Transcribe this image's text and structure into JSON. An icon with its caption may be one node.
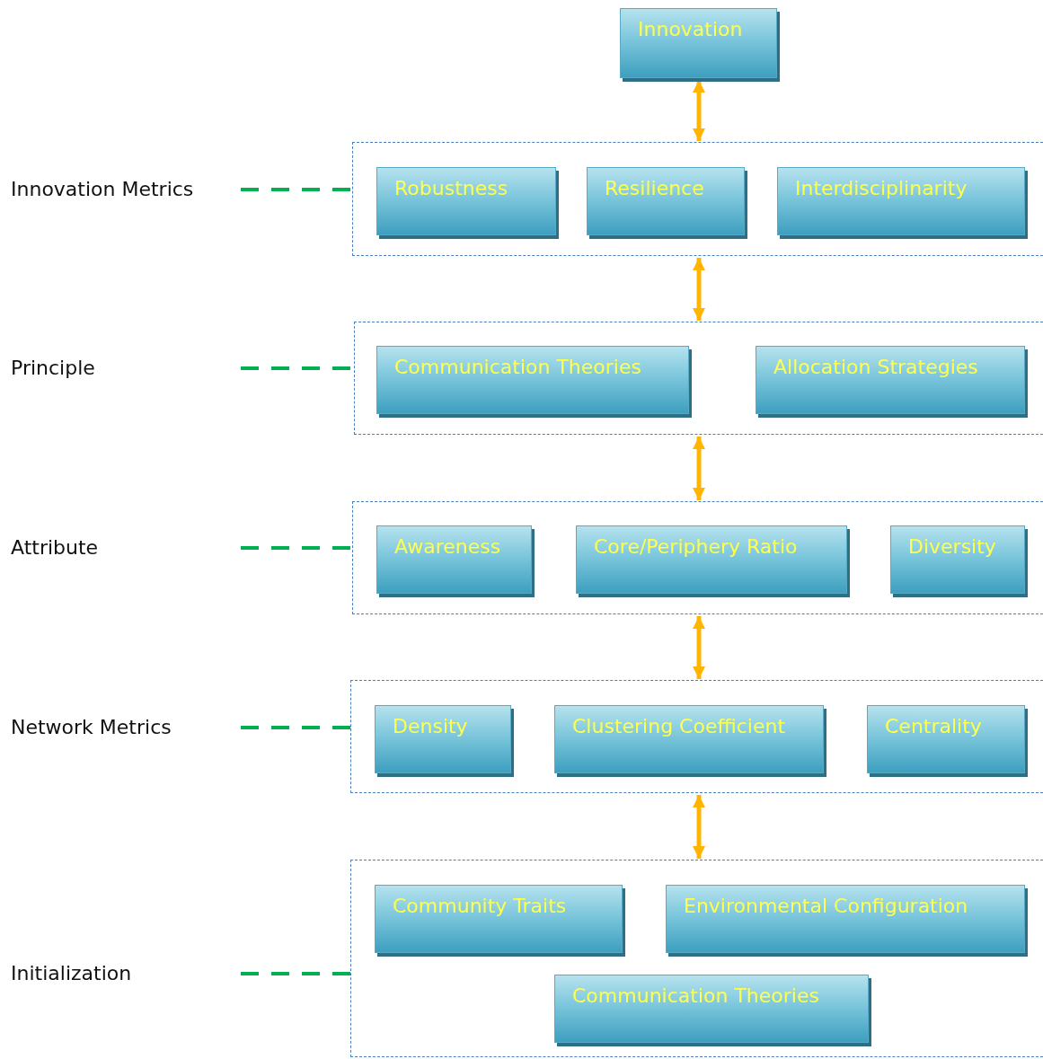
{
  "diagram": {
    "nodes": [
      {
        "text": [
          "Innovation"
        ]
      },
      {
        "text": [
          "Innovation Metrics"
        ]
      },
      {
        "text": [],
        "shape": "box"
      },
      {
        "text": [
          "Robustness"
        ],
        "in": 2
      },
      {
        "text": [
          "Resilience"
        ],
        "in": 2
      },
      {
        "text": [
          "Interdisciplinarity"
        ],
        "in": 2
      },
      {
        "text": [
          "Principle"
        ]
      },
      {
        "text": [],
        "shape": "box"
      },
      {
        "text": [
          "Communication Theories"
        ],
        "in": 7
      },
      {
        "text": [
          "Allocation Strategies"
        ],
        "in": 7
      },
      {
        "text": [
          "Attribute"
        ]
      },
      {
        "text": [],
        "shape": "box"
      },
      {
        "text": [
          "Awareness"
        ],
        "in": 11
      },
      {
        "text": [
          "Core/Periphery Ratio"
        ],
        "in": 11
      },
      {
        "text": [
          "Diversity"
        ],
        "in": 11
      },
      {
        "text": [
          "Network Metrics"
        ]
      },
      {
        "text": [],
        "shape": "box"
      },
      {
        "text": [
          "Density"
        ],
        "in": 16
      },
      {
        "text": [
          "Clustering Coefficient"
        ],
        "in": 16
      },
      {
        "text": [
          "Centrality"
        ],
        "in": 16
      },
      {
        "text": [
          "Initialization"
        ]
      },
      {
        "text": [],
        "shape": "box"
      },
      {
        "text": [
          "Community Traits"
        ],
        "in": 21
      },
      {
        "text": [
          "Environmental Configuration"
        ],
        "in": 21
      },
      {
        "text": [
          "Communication Theories"
        ],
        "in": 21
      }
    ],
    "edges": [
      {
        "from": 0,
        "to": 2,
        "arrow": "both",
        "color": "#ffb400"
      },
      {
        "from": 2,
        "to": 7,
        "arrow": "both",
        "color": "#ffb400"
      },
      {
        "from": 7,
        "to": 11,
        "arrow": "both",
        "color": "#ffb400"
      },
      {
        "from": 11,
        "to": 16,
        "arrow": "both",
        "color": "#ffb400"
      },
      {
        "from": 16,
        "to": 21,
        "arrow": "both",
        "color": "#ffb400"
      },
      {
        "from": 1,
        "to": 2,
        "arrow": "none",
        "style": "dashed",
        "color": "#00b050"
      },
      {
        "from": 6,
        "to": 7,
        "arrow": "none",
        "style": "dashed",
        "color": "#00b050"
      },
      {
        "from": 10,
        "to": 11,
        "arrow": "none",
        "style": "dashed",
        "color": "#00b050"
      },
      {
        "from": 15,
        "to": 16,
        "arrow": "none",
        "style": "dashed",
        "color": "#00b050"
      },
      {
        "from": 20,
        "to": 21,
        "arrow": "none",
        "style": "dashed",
        "color": "#00b050"
      }
    ]
  }
}
